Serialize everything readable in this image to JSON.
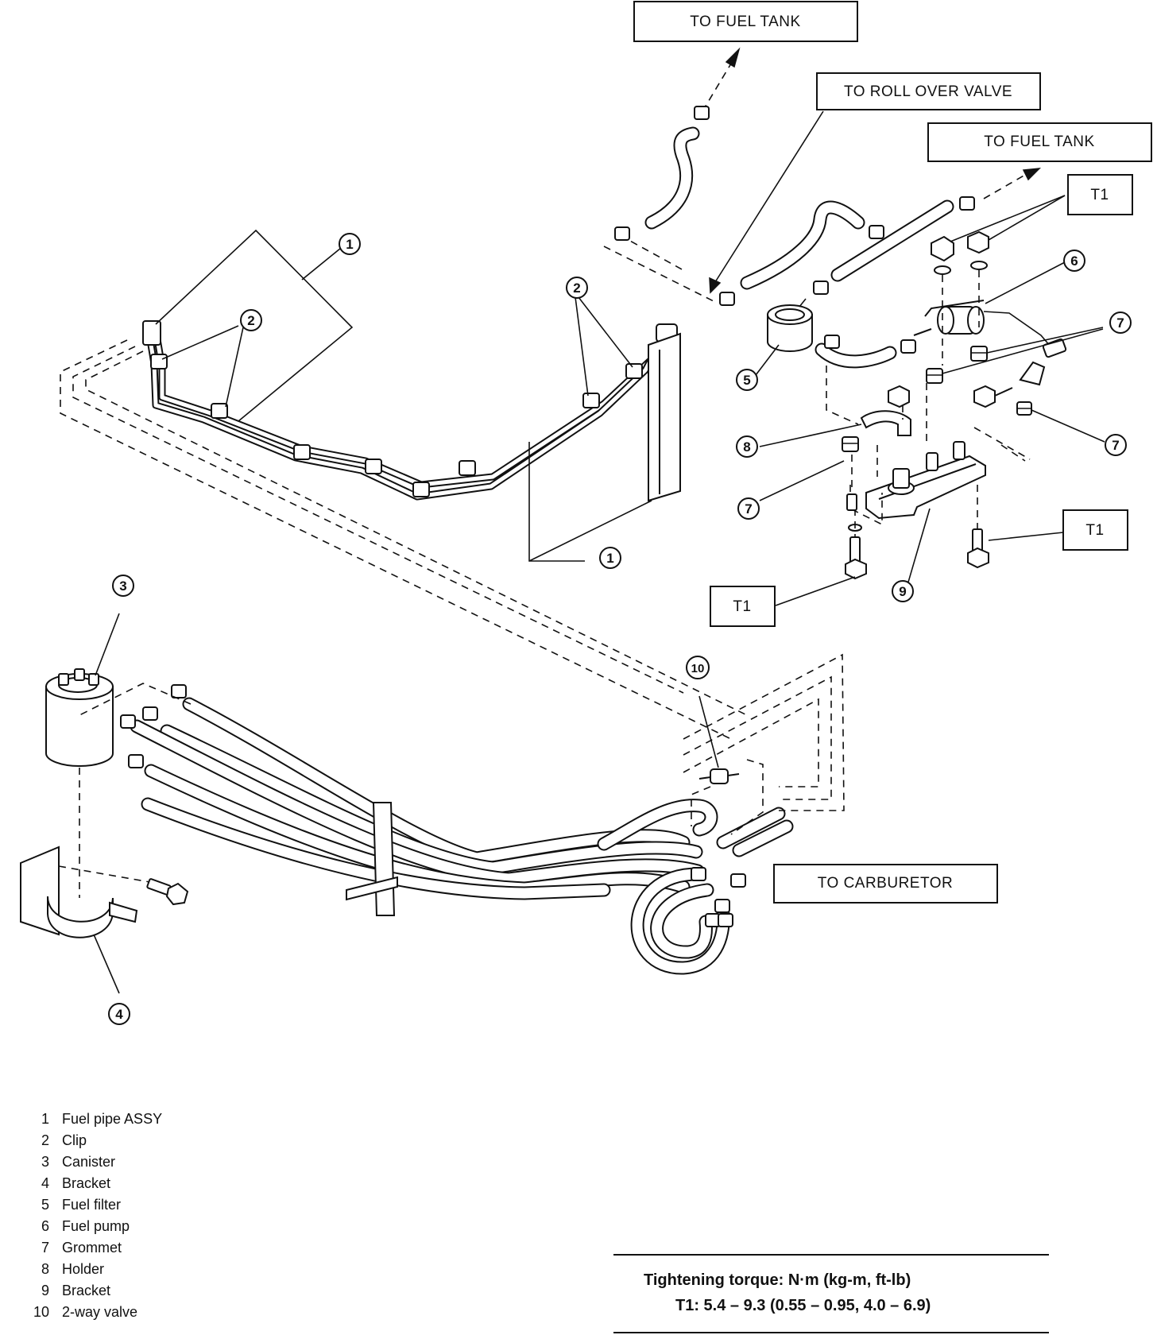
{
  "labels": {
    "to_fuel_tank_top": "TO FUEL TANK",
    "to_roll_over_valve": "TO ROLL OVER VALVE",
    "to_fuel_tank_right": "TO FUEL TANK",
    "to_carburetor": "TO CARBURETOR",
    "t1": "T1"
  },
  "callouts": [
    "1",
    "2",
    "3",
    "4",
    "5",
    "6",
    "7",
    "8",
    "9",
    "10"
  ],
  "legend": [
    {
      "num": "1",
      "name": "Fuel pipe ASSY"
    },
    {
      "num": "2",
      "name": "Clip"
    },
    {
      "num": "3",
      "name": "Canister"
    },
    {
      "num": "4",
      "name": "Bracket"
    },
    {
      "num": "5",
      "name": "Fuel filter"
    },
    {
      "num": "6",
      "name": "Fuel pump"
    },
    {
      "num": "7",
      "name": "Grommet"
    },
    {
      "num": "8",
      "name": "Holder"
    },
    {
      "num": "9",
      "name": "Bracket"
    },
    {
      "num": "10",
      "name": "2-way valve"
    }
  ],
  "torque": {
    "title": "Tightening torque:  N·m (kg-m, ft-lb)",
    "t1_value": "T1:  5.4 – 9.3 (0.55 – 0.95, 4.0 – 6.9)"
  }
}
